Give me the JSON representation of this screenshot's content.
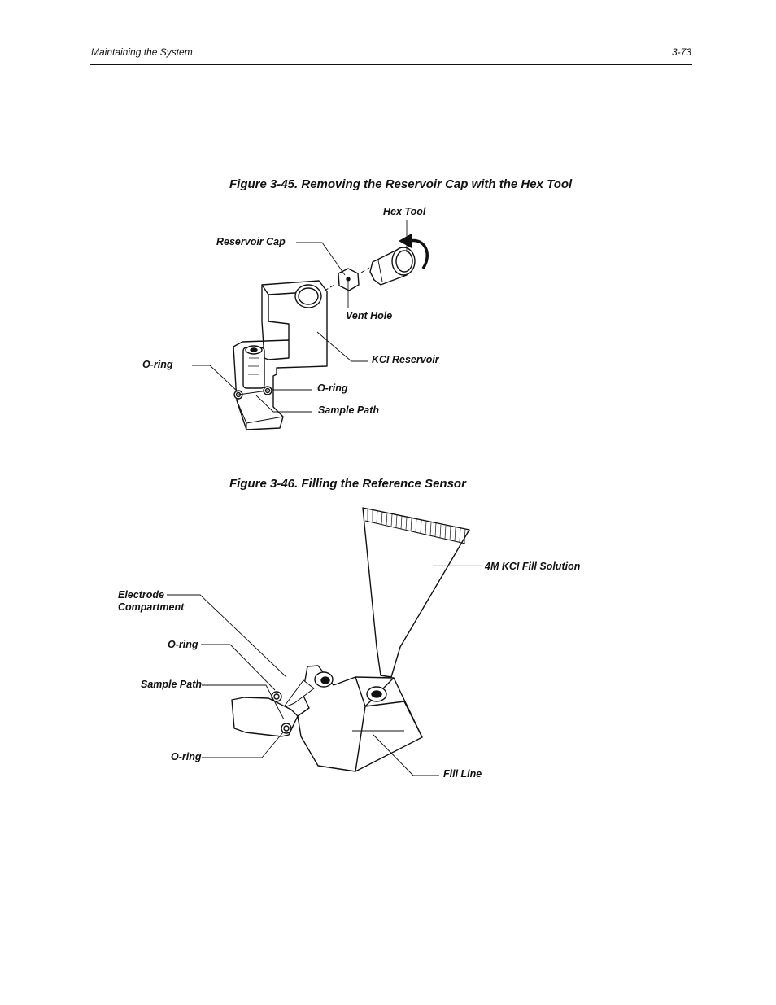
{
  "header": {
    "section_title": "Maintaining the System",
    "page_number": "3-73"
  },
  "figure_45": {
    "caption": "Figure 3-45.  Removing the Reservoir Cap with the Hex Tool",
    "labels": {
      "hex_tool": "Hex Tool",
      "reservoir_cap": "Reservoir Cap",
      "vent_hole": "Vent Hole",
      "kcl_reservoir": "KCI Reservoir",
      "o_ring_left": "O-ring",
      "o_ring_right": "O-ring",
      "sample_path": "Sample Path"
    }
  },
  "figure_46": {
    "caption": "Figure 3-46.  Filling the Reference Sensor",
    "labels": {
      "fill_solution": "4M KCI Fill Solution",
      "electrode_line1": "Electrode",
      "electrode_line2": "Compartment",
      "o_ring_top": "O-ring",
      "sample_path": "Sample Path",
      "o_ring_bottom": "O-ring",
      "fill_line": "Fill Line"
    }
  }
}
